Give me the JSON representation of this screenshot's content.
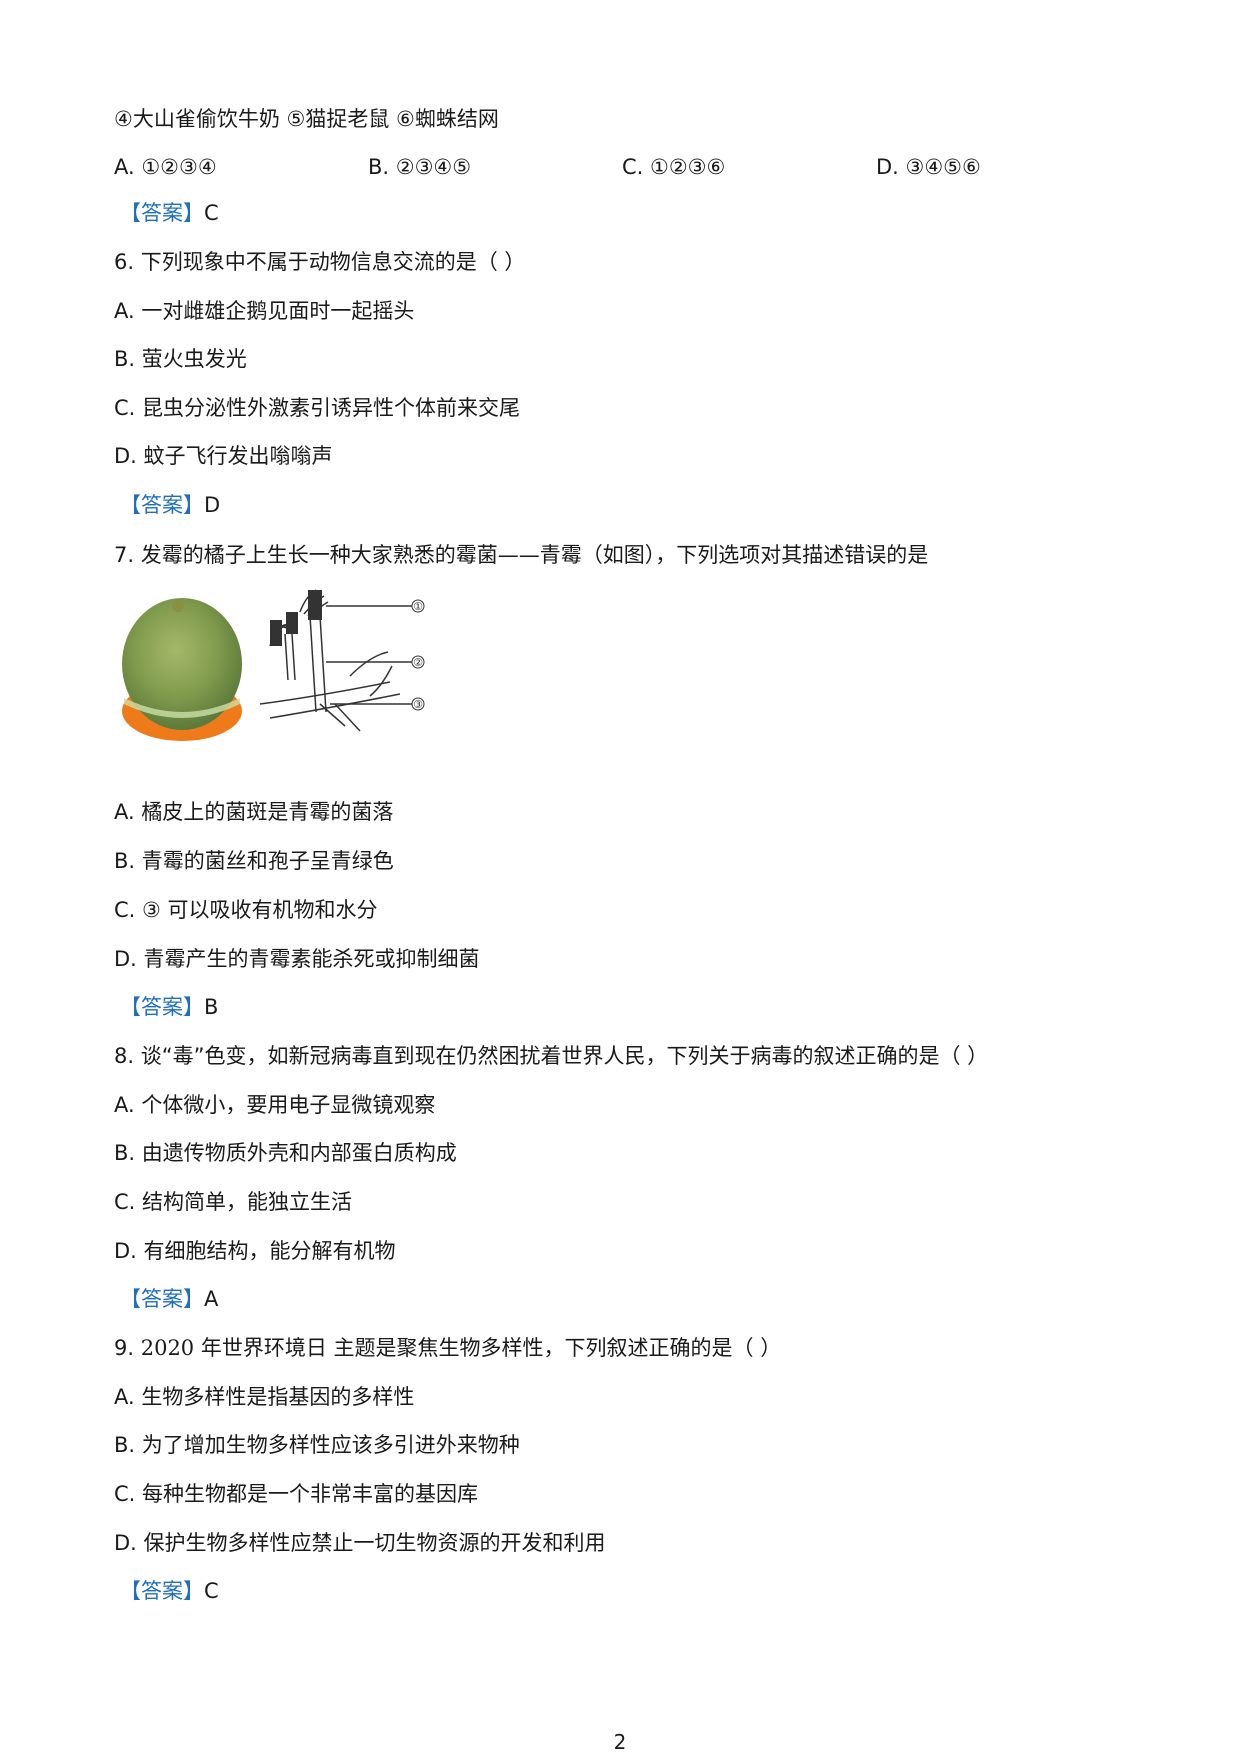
{
  "q5_tail": {
    "items": "④大山雀偷饮牛奶 ⑤猫捉老鼠 ⑥蜘蛛结网",
    "options": [
      "A. ①②③④",
      "B. ②③④⑤",
      "C. ①②③⑥",
      "D. ③④⑤⑥"
    ],
    "answer_label": "【答案】",
    "answer": "C"
  },
  "q6": {
    "stem": "6. 下列现象中不属于动物信息交流的是（ ）",
    "options": [
      "A. 一对雌雄企鹅见面时一起摇头",
      "B. 萤火虫发光",
      "C. 昆虫分泌性外激素引诱异性个体前来交尾",
      "D. 蚊子飞行发出嗡嗡声"
    ],
    "answer_label": "【答案】",
    "answer": "D"
  },
  "q7": {
    "stem": "7. 发霉的橘子上生长一种大家熟悉的霉菌——青霉（如图），下列选项对其描述错误的是",
    "figure_labels": [
      "①",
      "②",
      "③"
    ],
    "options": [
      "A. 橘皮上的菌斑是青霉的菌落",
      "B. 青霉的菌丝和孢子呈青绿色",
      "C. ③ 可以吸收有机物和水分",
      "D. 青霉产生的青霉素能杀死或抑制细菌"
    ],
    "answer_label": "【答案】",
    "answer": "B"
  },
  "q8": {
    "stem": "8. 谈“毒”色变，如新冠病毒直到现在仍然困扰着世界人民，下列关于病毒的叙述正确的是（ ）",
    "options": [
      "A. 个体微小，要用电子显微镜观察",
      "B. 由遗传物质外壳和内部蛋白质构成",
      "C. 结构简单，能独立生活",
      "D. 有细胞结构，能分解有机物"
    ],
    "answer_label": "【答案】",
    "answer": "A"
  },
  "q9": {
    "stem_num": "9. ",
    "stem_year": "2020",
    "stem_rest": " 年世界环境日  主题是聚焦生物多样性，下列叙述正确的是（ ）",
    "options": [
      "A. 生物多样性是指基因的多样性",
      "B. 为了增加生物多样性应该多引进外来物种",
      "C. 每种生物都是一个非常丰富的基因库",
      "D. 保护生物多样性应禁止一切生物资源的开发和利用"
    ],
    "answer_label": "【答案】",
    "answer": "C"
  },
  "page_number": "2"
}
